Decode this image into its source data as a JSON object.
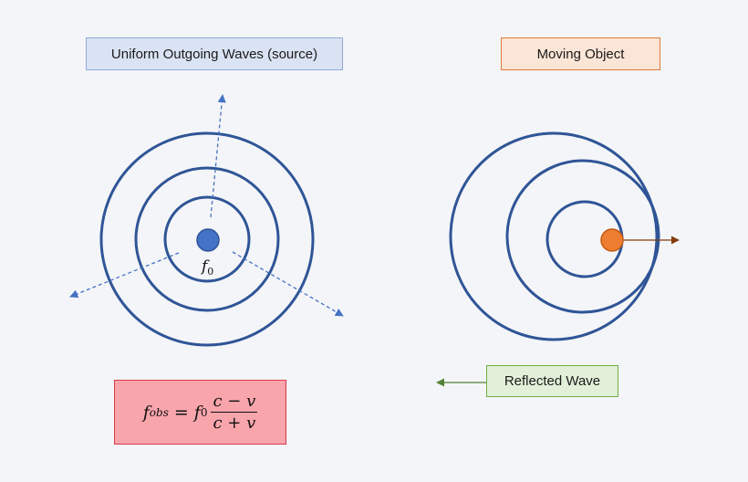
{
  "labels": {
    "source": "Uniform Outgoing Waves (source)",
    "moving_object": "Moving Object",
    "reflected_wave": "Reflected Wave"
  },
  "source_frequency": {
    "symbol": "f",
    "subscript": "0"
  },
  "formula": {
    "lhs_symbol": "f",
    "lhs_subscript": "obs",
    "equals": "=",
    "coef_symbol": "f",
    "coef_subscript": "0",
    "numerator": "c − v",
    "denominator": "c + v"
  },
  "colors": {
    "background": "#f4f5f8",
    "wave_ring": "#2f5597",
    "source_dot": "#4472c4",
    "object_dot": "#ed7d31",
    "object_arrow": "#843c0c",
    "ray_arrow": "#4472c4",
    "reflected_arrow": "#548235"
  }
}
